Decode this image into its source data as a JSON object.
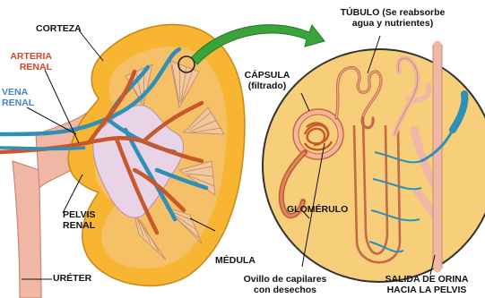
{
  "labels": {
    "corteza": "CORTEZA",
    "arteria_renal": "ARTERIA\nRENAL",
    "vena_renal": "VENA\nRENAL",
    "pelvis_renal": "PELVIS\nRENAL",
    "ureter": "URÉTER",
    "medula": "MÉDULA",
    "tubulo": "TÚBULO (Se reabsorbe\nagua y nutrientes)",
    "capsula": "CÁPSULA\n(filtrado)",
    "glomerulo": "GLOMÉRULO",
    "ovillo": "Ovillo de capilares\ncon desechos",
    "salida": "SALIDA DE ORINA\nHACIA LA PELVIS"
  },
  "colors": {
    "kidney_fill": "#f7b531",
    "kidney_edge": "#c98a1e",
    "medulla": "#f2c89a",
    "artery": "#c8572b",
    "vein": "#2e8fb8",
    "ureter": "#f0b8a4",
    "arrow": "#3aa33a",
    "label_red": "#d2462b",
    "label_blue": "#4a7fc1"
  }
}
